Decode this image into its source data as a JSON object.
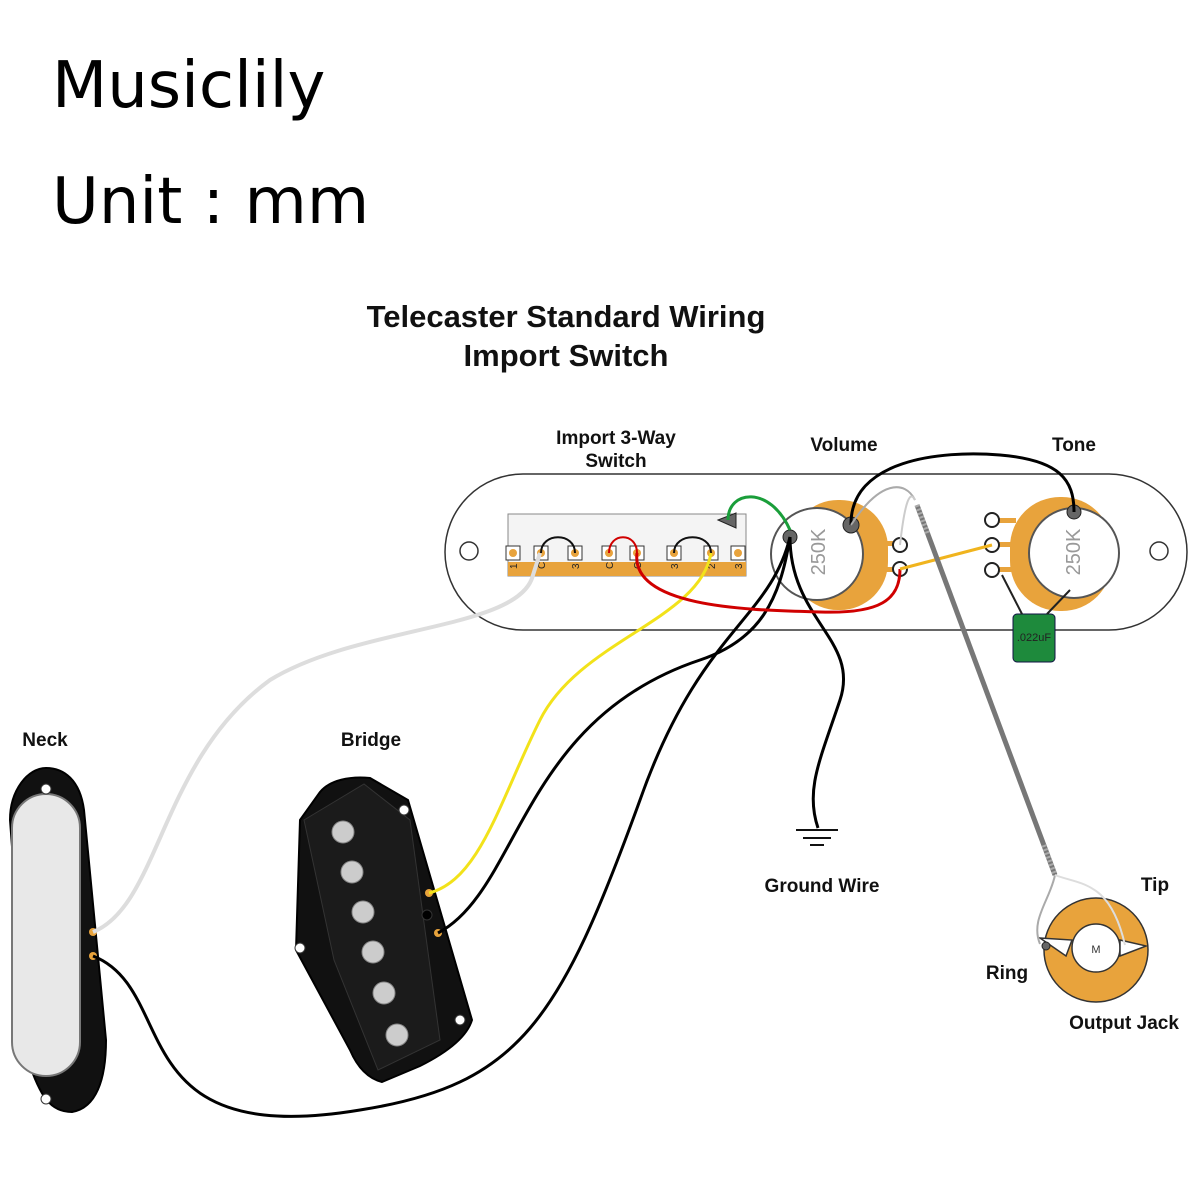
{
  "header": {
    "brand": "Musiclily",
    "unit": "Unit : mm"
  },
  "diagram": {
    "title_line1": "Telecaster Standard Wiring",
    "title_line2": "Import Switch",
    "labels": {
      "switch_line1": "Import 3-Way",
      "switch_line2": "Switch",
      "volume": "Volume",
      "tone": "Tone",
      "neck": "Neck",
      "bridge": "Bridge",
      "ground": "Ground Wire",
      "tip": "Tip",
      "ring": "Ring",
      "jack": "Output Jack"
    },
    "pot_value": "250K",
    "capacitor": ".022uF",
    "jack_mark": "M",
    "switch_pins": [
      "1",
      "C",
      "3",
      "C",
      "C",
      "3",
      "2",
      "3"
    ],
    "colors": {
      "brass": "#e8a33c",
      "pickguard": "#ffffff",
      "wire_red": "#d00000",
      "wire_yellow": "#f2e21a",
      "wire_white": "#dddddd",
      "wire_green": "#1a9e3a",
      "wire_gold": "#f0b41e",
      "wire_black": "#000000",
      "cap_green": "#1e8a3c"
    }
  }
}
